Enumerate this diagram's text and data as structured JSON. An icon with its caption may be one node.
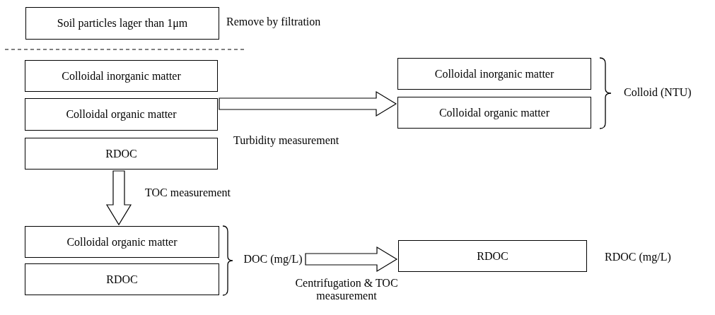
{
  "diagram": {
    "nodes": [
      {
        "text": [
          "Soil particles lager than 1μm"
        ],
        "beside": [
          "Remove by filtration"
        ]
      },
      {
        "text": [
          "Colloidal inorganic matter"
        ]
      },
      {
        "text": [
          "Colloidal organic matter"
        ]
      },
      {
        "text": [
          "RDOC"
        ]
      },
      {
        "text": [
          "Colloidal inorganic matter"
        ]
      },
      {
        "text": [
          "Colloidal organic matter"
        ]
      },
      {
        "text": [
          "Colloidal organic matter"
        ]
      },
      {
        "text": [
          "RDOC"
        ]
      },
      {
        "text": [
          "RDOC"
        ],
        "beside": [
          "RDOC (mg/L)"
        ]
      },
      {
        "text": [
          "DOC (mg/L)"
        ]
      }
    ],
    "edges": [
      {
        "from": 2,
        "to": 5,
        "arrow": "to",
        "label": "Turbidity measurement"
      },
      {
        "from": 3,
        "to": 6,
        "arrow": "to",
        "label": "TOC measurement"
      },
      {
        "from": 9,
        "to": 8,
        "arrow": "to",
        "label": "Centrifugation & TOC measurement"
      }
    ],
    "labels": [
      "Colloid (NTU)"
    ]
  }
}
